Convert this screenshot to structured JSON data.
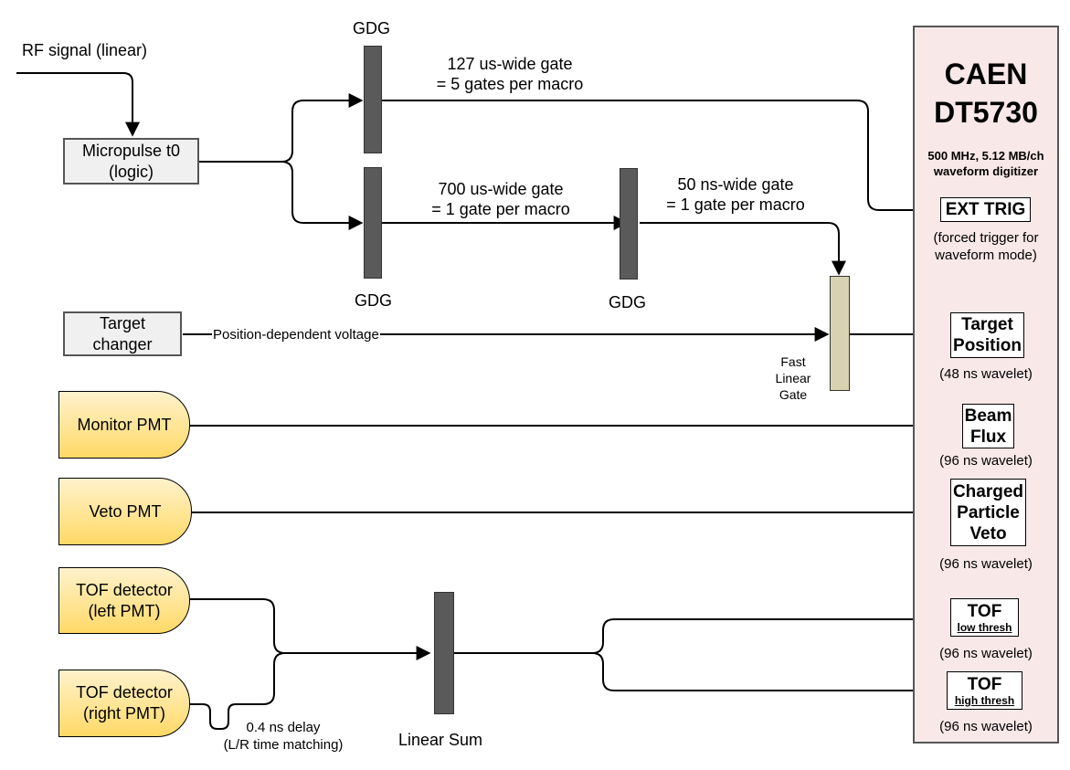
{
  "rf_signal": "RF signal (linear)",
  "micropulse": {
    "line1": "Micropulse t0",
    "line2": "(logic)"
  },
  "gdg_labels": [
    "GDG",
    "GDG",
    "GDG"
  ],
  "gate127": {
    "line1": "127 us-wide gate",
    "line2": "= 5 gates per macro"
  },
  "gate700": {
    "line1": "700 us-wide gate",
    "line2": "= 1 gate per macro"
  },
  "gate50": {
    "line1": "50 ns-wide gate",
    "line2": "= 1 gate per macro"
  },
  "target_changer": {
    "line1": "Target",
    "line2": "changer"
  },
  "position_voltage": "Position-dependent voltage",
  "fast_linear_gate": {
    "line1": "Fast",
    "line2": "Linear",
    "line3": "Gate"
  },
  "monitor_pmt": "Monitor PMT",
  "veto_pmt": "Veto PMT",
  "tof_left": {
    "line1": "TOF detector",
    "line2": "(left PMT)"
  },
  "tof_right": {
    "line1": "TOF detector",
    "line2": "(right PMT)"
  },
  "delay": {
    "line1": "0.4 ns delay",
    "line2": "(L/R time matching)"
  },
  "linear_sum": "Linear Sum",
  "caen": {
    "title1": "CAEN",
    "title2": "DT5730",
    "sub1": "500 MHz, 5.12 MB/ch",
    "sub2": "waveform digitizer"
  },
  "channels": {
    "ext_trig": {
      "label": "EXT TRIG",
      "note1": "(forced trigger for",
      "note2": "waveform mode)"
    },
    "target_position": {
      "line1": "Target",
      "line2": "Position",
      "note": "(48 ns wavelet)"
    },
    "beam_flux": {
      "line1": "Beam",
      "line2": "Flux",
      "note": "(96 ns wavelet)"
    },
    "veto": {
      "line1": "Charged",
      "line2": "Particle",
      "line3": "Veto",
      "note": "(96 ns wavelet)"
    },
    "tof_low": {
      "line1": "TOF",
      "line2": "low thresh",
      "note": "(96 ns wavelet)"
    },
    "tof_high": {
      "line1": "TOF",
      "line2": "high thresh",
      "note": "(96 ns wavelet)"
    }
  },
  "colors": {
    "pmt_fill_top": "#fff2cc",
    "pmt_fill_bottom": "#ffd966",
    "digitizer_fill": "#f8e8e8",
    "box_fill": "#f0f0f0",
    "module_fill": "#5a5a5a",
    "gate_module_fill": "#d9d2b0"
  }
}
